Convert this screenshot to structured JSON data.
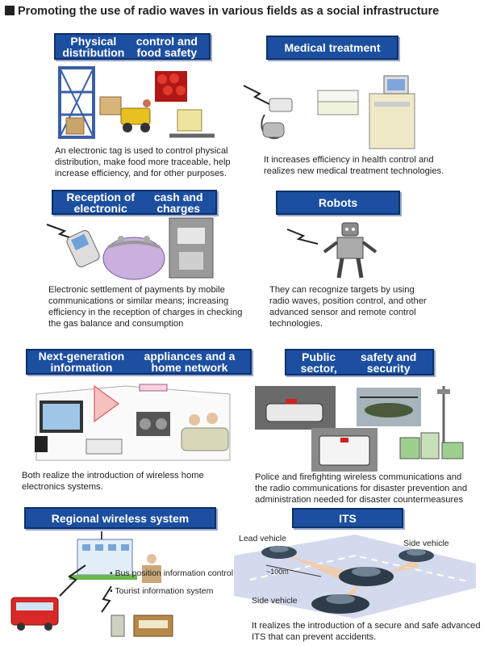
{
  "title": "Promoting the use of radio waves in various fields as a social infrastructure",
  "sections": {
    "logistics": {
      "heading": [
        "Physical distribution",
        "control and food safety"
      ],
      "description": "An electronic tag is used to control physical distribution, make food more traceable, help increase efficiency, and for other purposes."
    },
    "medical": {
      "heading": [
        "Medical treatment"
      ],
      "description": "It increases efficiency in health control and realizes new medical treatment technologies."
    },
    "cash": {
      "heading": [
        "Reception of electronic",
        "cash and charges"
      ],
      "description": "Electronic settlement of payments by mobile communications or similar means; increasing efficiency in the reception of charges in checking the gas balance and consumption"
    },
    "robots": {
      "heading": [
        "Robots"
      ],
      "description": "They can recognize targets by using radio waves, position control, and other advanced sensor and remote control technologies."
    },
    "home": {
      "heading": [
        "Next-generation information",
        "appliances and a home network"
      ],
      "description": "Both realize the introduction of wireless home electronics systems."
    },
    "public": {
      "heading": [
        "Public sector,",
        "safety and security"
      ],
      "description": "Police and firefighting wireless communications and the radio communications for disaster prevention and administration needed for disaster countermeasures"
    },
    "regional": {
      "heading": [
        "Regional wireless system"
      ],
      "bullets": [
        "Bus position information control system",
        "Tourist information system"
      ]
    },
    "its": {
      "heading": [
        "ITS"
      ],
      "labels": {
        "lead": "Lead vehicle",
        "side_right": "Side vehicle",
        "side_left": "Side vehicle",
        "distance": "~100m"
      },
      "description": "It realizes the introduction of a secure and safe advanced ITS that can prevent accidents."
    }
  },
  "colors": {
    "header_bg": "#1c4fa0",
    "header_border": "#0d2f6b",
    "text": "#222222"
  }
}
